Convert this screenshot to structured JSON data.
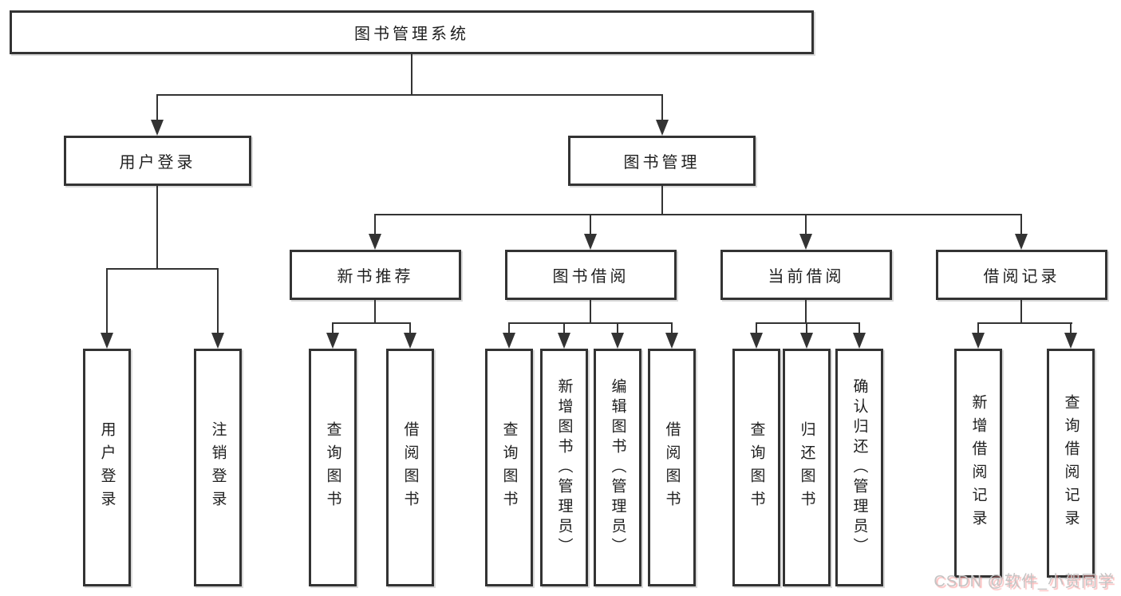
{
  "diagram": {
    "root": {
      "label": "图书管理系统"
    },
    "level1": [
      {
        "label": "用户登录"
      },
      {
        "label": "图书管理"
      }
    ],
    "level2": [
      {
        "label": "新书推荐"
      },
      {
        "label": "图书借阅"
      },
      {
        "label": "当前借阅"
      },
      {
        "label": "借阅记录"
      }
    ],
    "leaves": {
      "user_login": [
        {
          "label": "用户登录"
        },
        {
          "label": "注销登录"
        }
      ],
      "new_book": [
        {
          "label": "查询图书"
        },
        {
          "label": "借阅图书"
        }
      ],
      "book_borrow": [
        {
          "label": "查询图书"
        },
        {
          "label": "新增图书（管理员）"
        },
        {
          "label": "编辑图书（管理员）"
        },
        {
          "label": "借阅图书"
        }
      ],
      "current_borrow": [
        {
          "label": "查询图书"
        },
        {
          "label": "归还图书"
        },
        {
          "label": "确认归还（管理员）"
        }
      ],
      "borrow_record": [
        {
          "label": "新增借阅记录"
        },
        {
          "label": "查询借阅记录"
        }
      ]
    },
    "watermark": "CSDN @软件_小贺同学",
    "colors": {
      "line": "#333333",
      "text": "#1f1f1f",
      "background": "#ffffff",
      "watermark": "#c4c4c4",
      "watermark_shadow": "#fa8282"
    }
  }
}
